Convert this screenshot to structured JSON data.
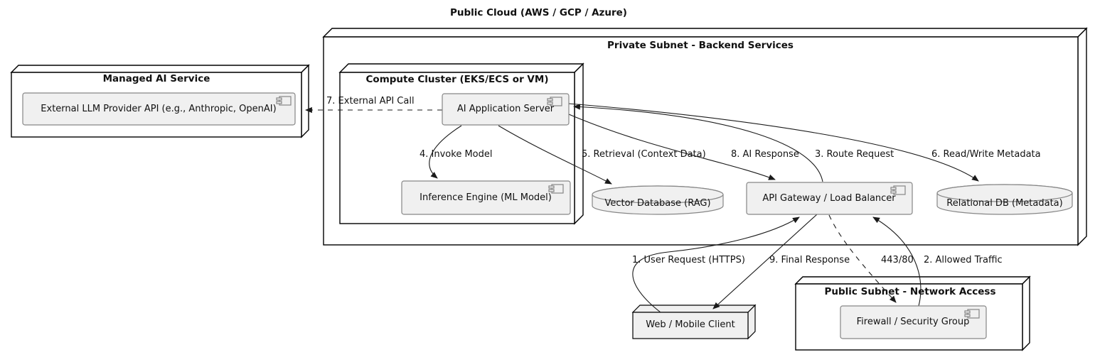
{
  "title": "Public Cloud (AWS / GCP / Azure)",
  "nodes": {
    "private_subnet": {
      "label": "Private Subnet - Backend Services"
    },
    "compute_cluster": {
      "label": "Compute Cluster (EKS/ECS or VM)"
    },
    "managed_ai": {
      "label": "Managed AI Service"
    },
    "public_subnet": {
      "label": "Public Subnet - Network Access"
    },
    "web_client": {
      "label": "Web / Mobile Client"
    }
  },
  "components": {
    "llm_api": {
      "label": "External LLM Provider API (e.g., Anthropic, OpenAI)"
    },
    "app_server": {
      "label": "AI Application Server"
    },
    "inference": {
      "label": "Inference Engine (ML Model)"
    },
    "gateway": {
      "label": "API Gateway / Load Balancer"
    },
    "firewall": {
      "label": "Firewall / Security Group"
    }
  },
  "databases": {
    "vector_db": {
      "label": "Vector Database (RAG)"
    },
    "relational_db": {
      "label": "Relational DB (Metadata)"
    }
  },
  "edges": {
    "user_request": {
      "label": "1. User Request (HTTPS)"
    },
    "allowed_traffic": {
      "label": "2. Allowed Traffic"
    },
    "route_request": {
      "label": "3. Route Request"
    },
    "invoke_model": {
      "label": "4. Invoke Model"
    },
    "retrieval": {
      "label": "5. Retrieval (Context Data)"
    },
    "metadata": {
      "label": "6. Read/Write Metadata"
    },
    "external_api": {
      "label": "7. External API Call"
    },
    "ai_response": {
      "label": "8. AI Response"
    },
    "final_response": {
      "label": "9. Final Response"
    },
    "port": {
      "label": "443/80"
    }
  },
  "colors": {
    "node_fill": "#ffffff",
    "node_border": "#000000",
    "component_fill": "#f0f0f0",
    "component_border": "#868686",
    "edge": "#1a1a1a",
    "text": "#111111"
  }
}
